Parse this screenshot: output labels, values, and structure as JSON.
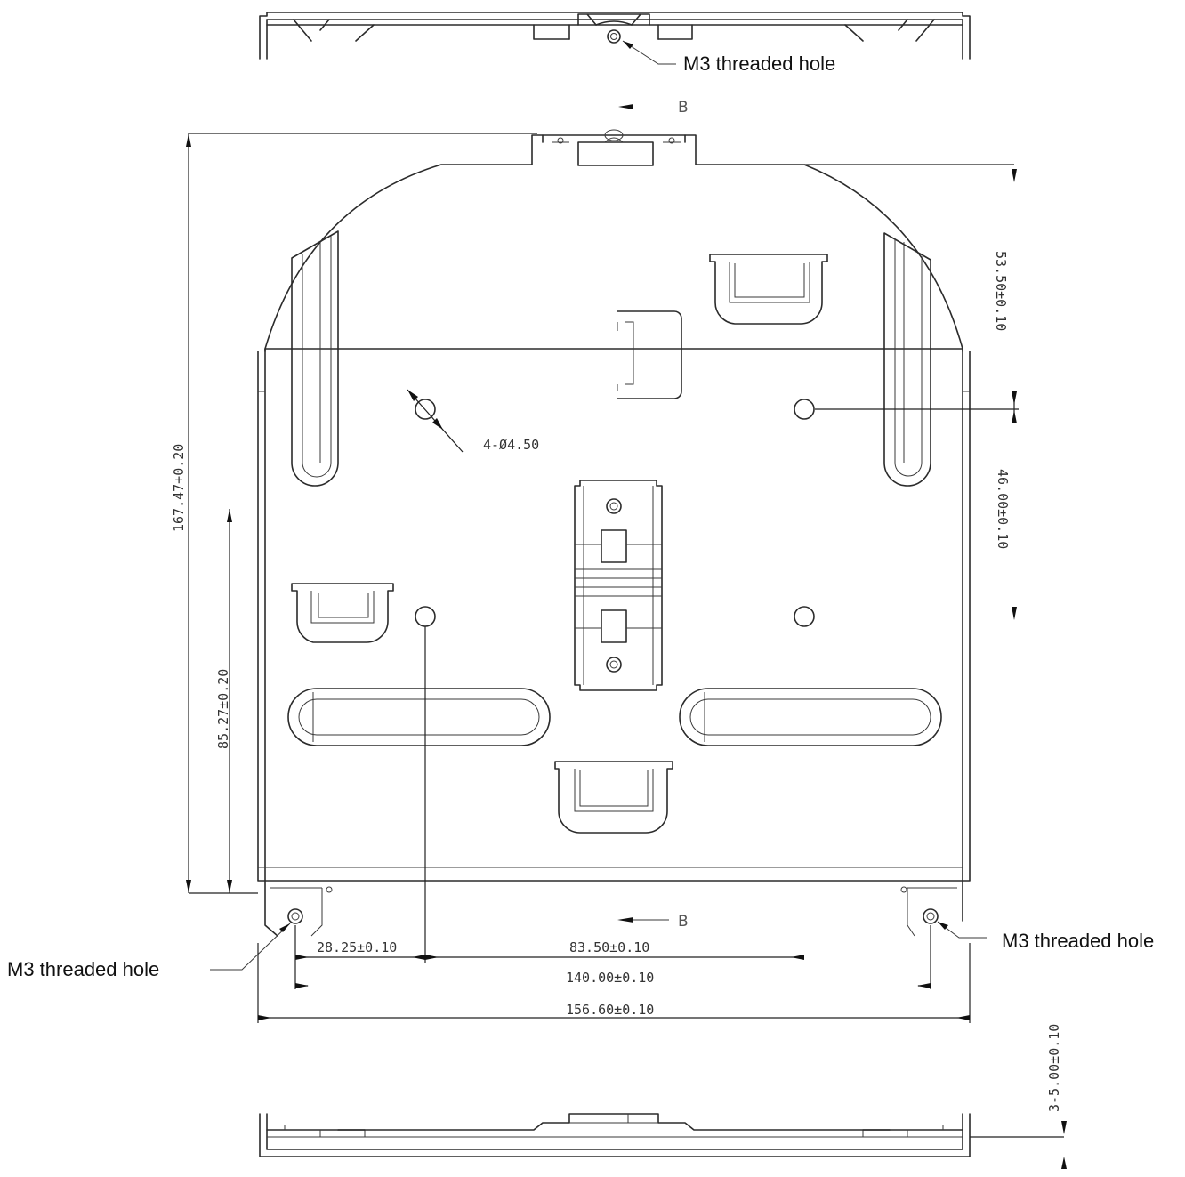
{
  "callouts": {
    "top": "M3 threaded hole",
    "bottom_left": "M3 threaded hole",
    "bottom_right": "M3 threaded hole"
  },
  "section_marks": {
    "top": "B",
    "bottom": "B"
  },
  "dimensions": {
    "hole_diameter": "4-Ø4.50",
    "overall_height": "167.47+0.20",
    "rail_height": "85.27±0.20",
    "right_upper": "53.50±0.10",
    "right_lower": "46.00±0.10",
    "bottom_left_offset": "28.25±0.10",
    "bottom_hole_span": "83.50±0.10",
    "bottom_thread_span": "140.00±0.10",
    "bottom_overall": "156.60±0.10",
    "plate_thickness": "3-5.00±0.10"
  }
}
